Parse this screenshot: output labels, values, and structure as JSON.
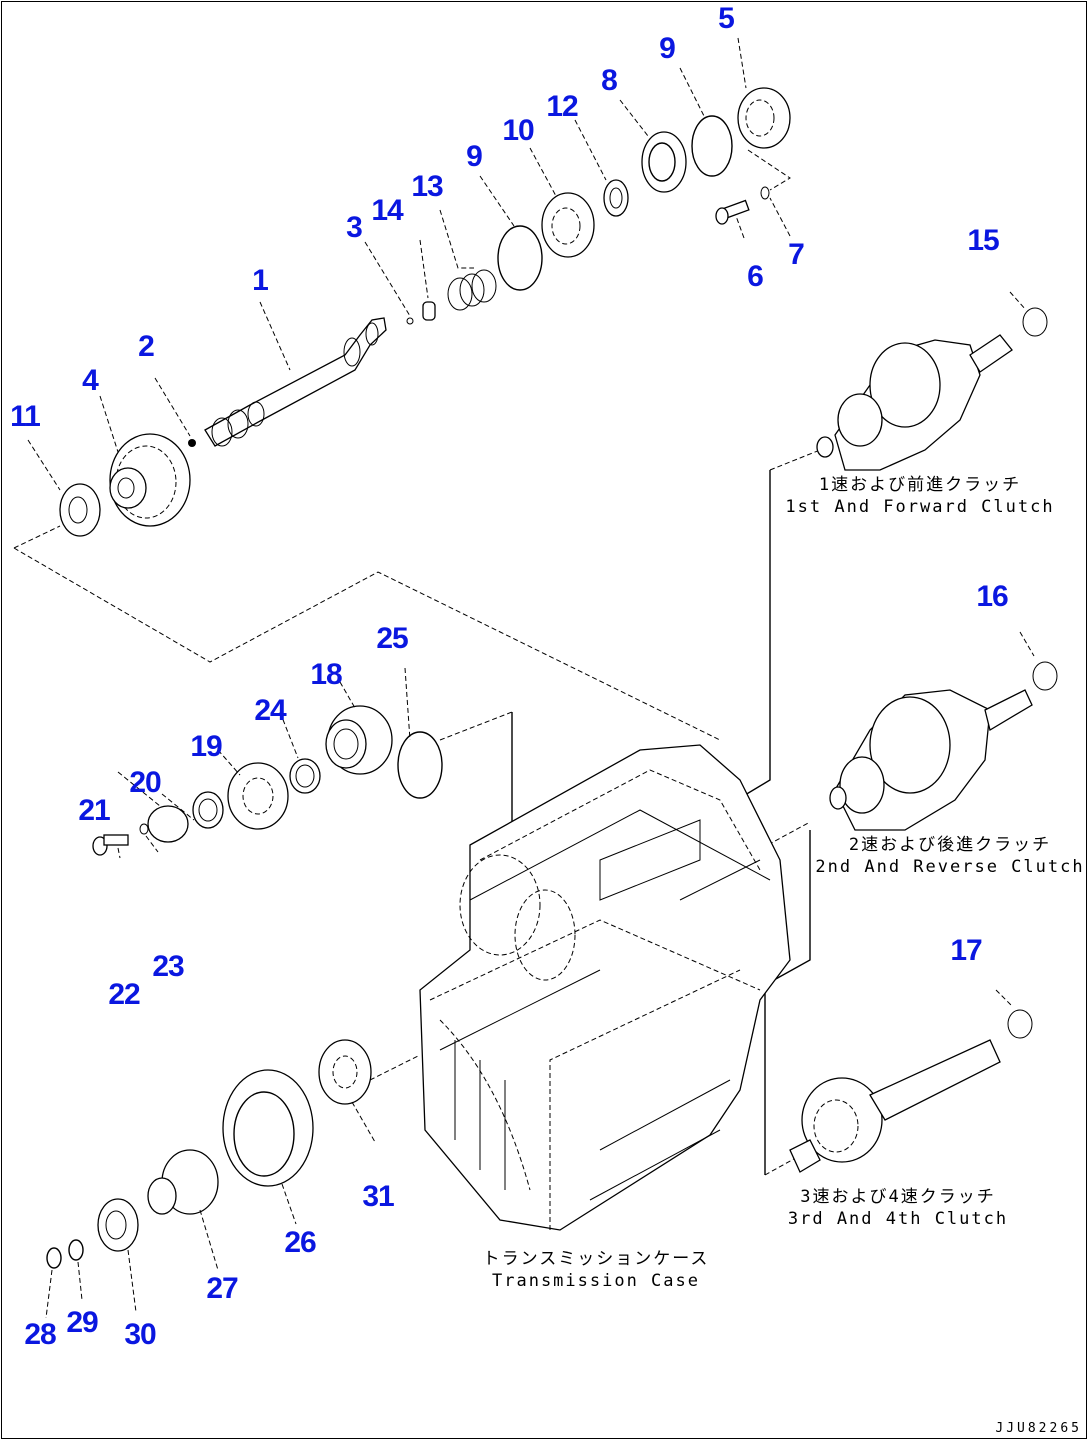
{
  "diagram": {
    "title": "Transmission parts exploded view",
    "accent_color": "#0a17e0",
    "callouts": [
      "1",
      "2",
      "3",
      "4",
      "5",
      "6",
      "7",
      "8",
      "9",
      "9",
      "10",
      "11",
      "12",
      "13",
      "14",
      "15",
      "16",
      "17",
      "18",
      "19",
      "20",
      "21",
      "22",
      "23",
      "24",
      "25",
      "26",
      "27",
      "28",
      "29",
      "30",
      "31"
    ],
    "captions": {
      "first_clutch": {
        "ja": "1速および前進クラッチ",
        "en": "1st And Forward Clutch"
      },
      "second_clutch": {
        "ja": "2速および後進クラッチ",
        "en": "2nd And Reverse Clutch"
      },
      "third_clutch": {
        "ja": "3速および4速クラッチ",
        "en": "3rd And 4th Clutch"
      },
      "case": {
        "ja": "トランスミッションケース",
        "en": "Transmission Case"
      }
    },
    "drawing_id": "JJU82265"
  }
}
